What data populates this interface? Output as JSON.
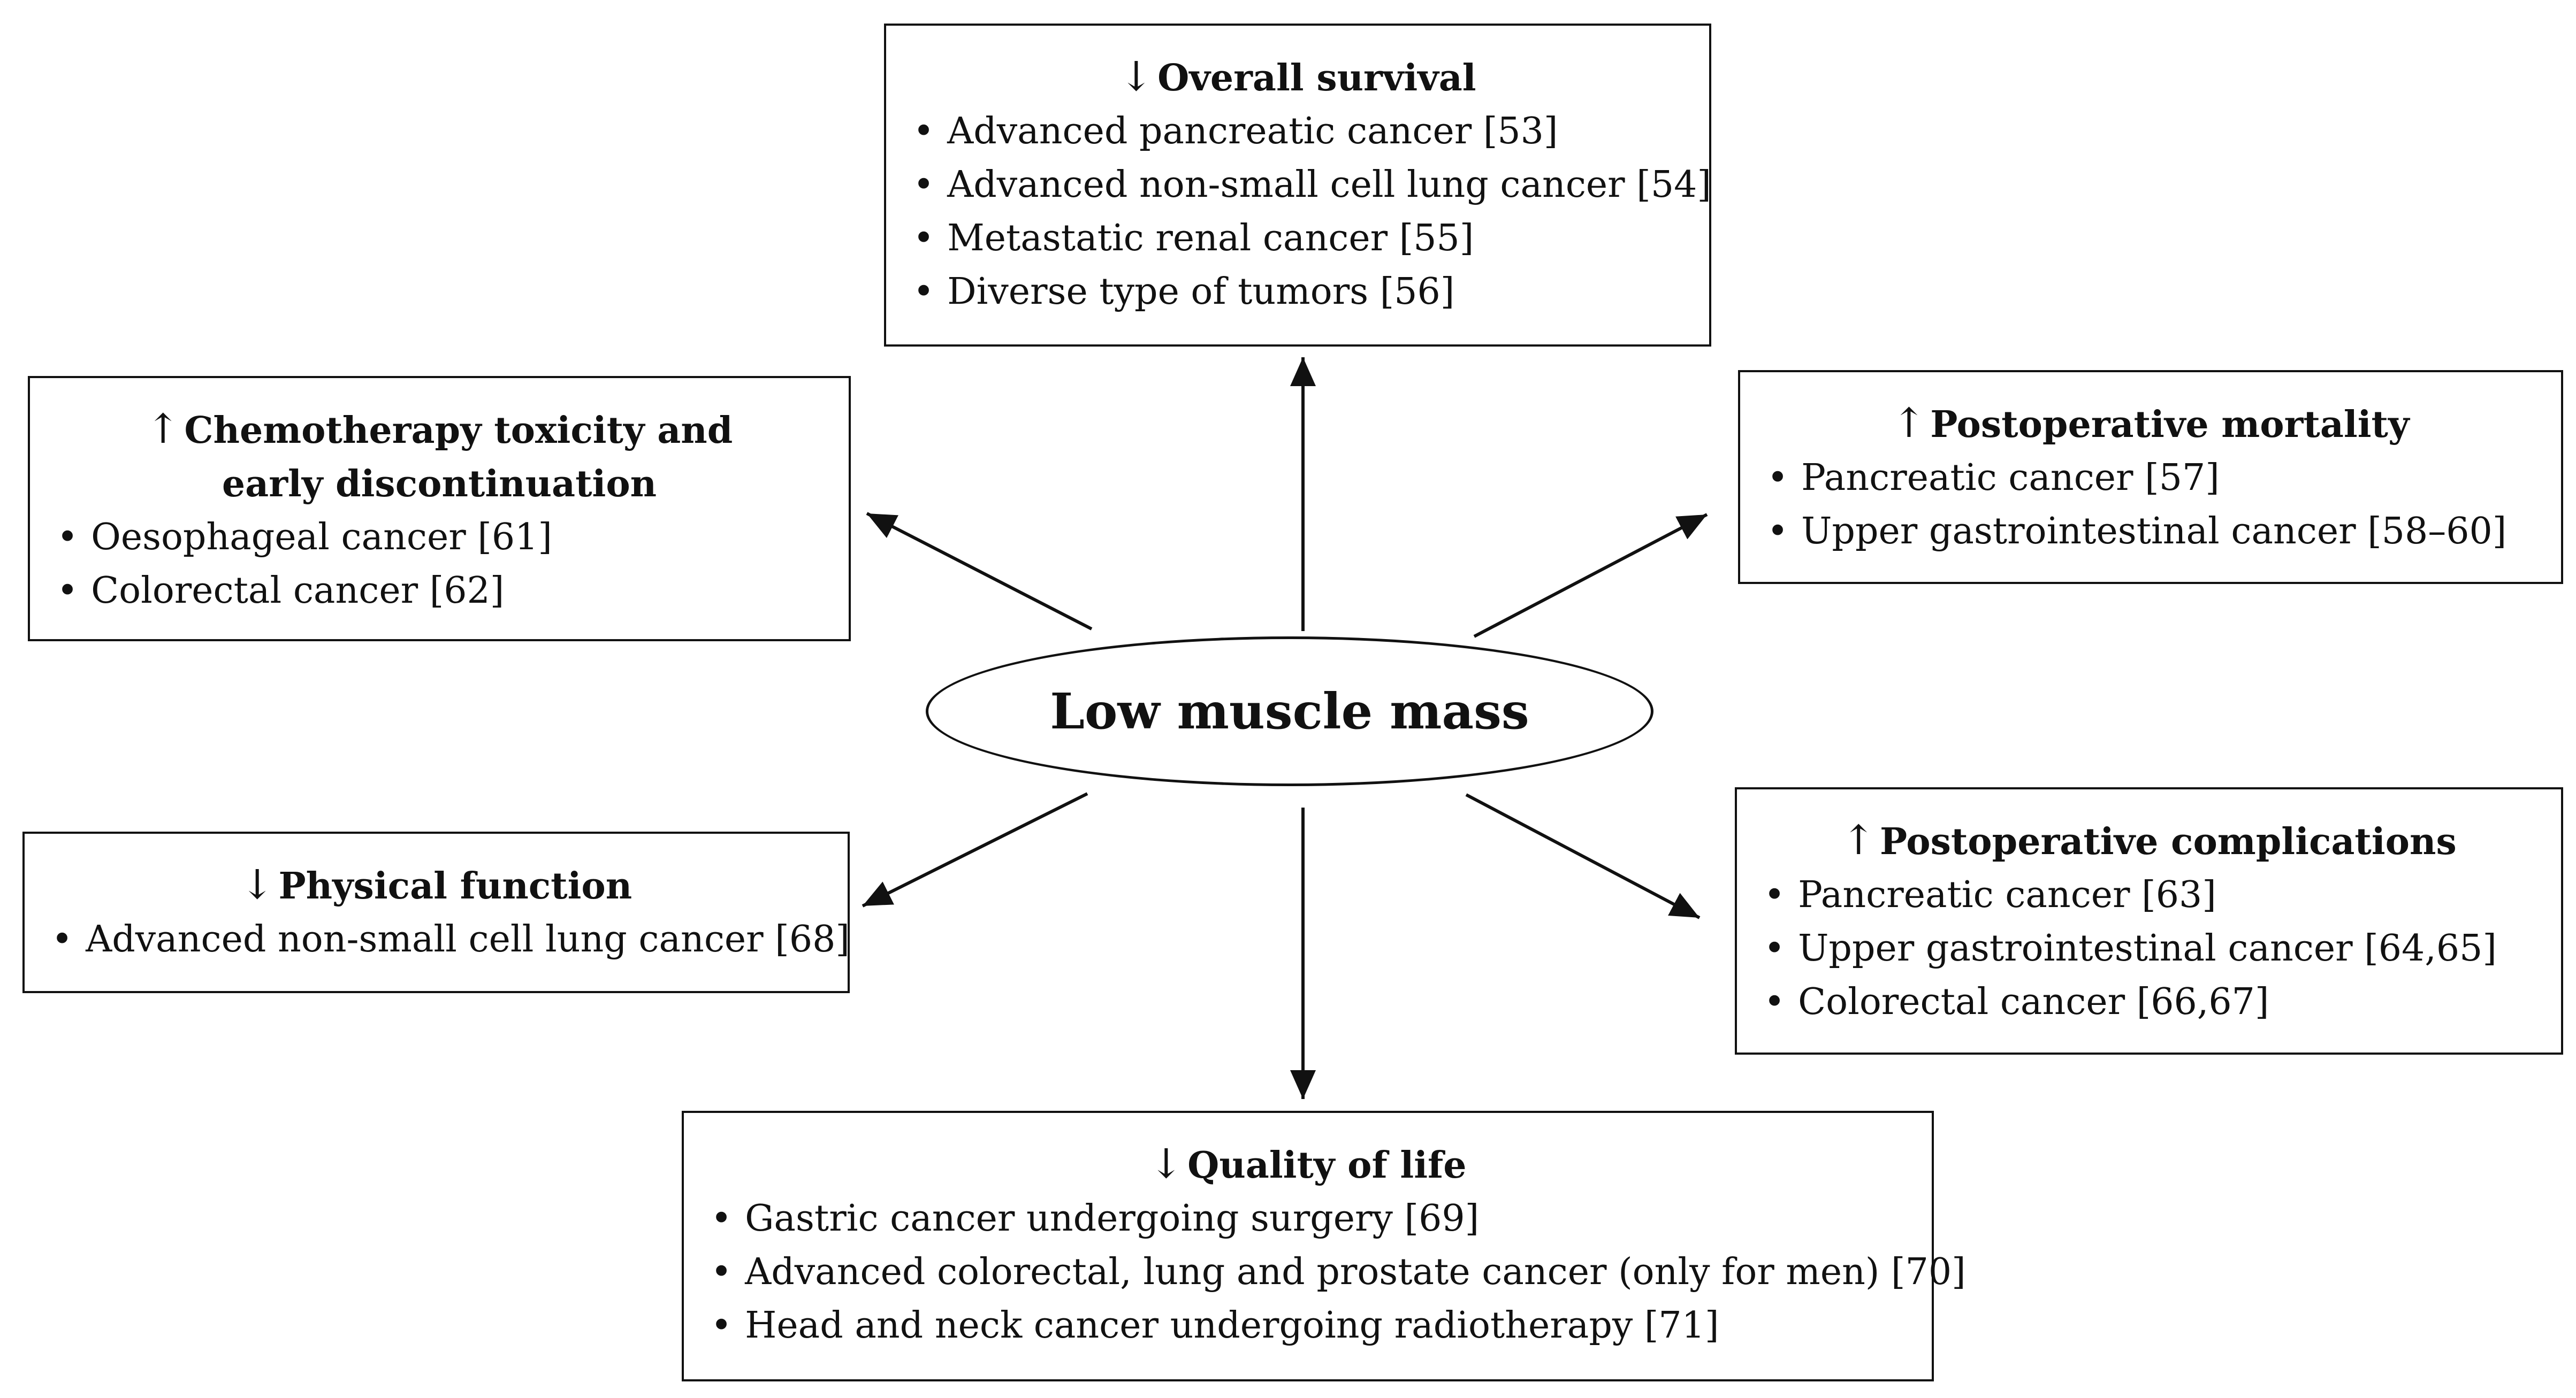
{
  "center": {
    "label": "Low muscle mass"
  },
  "boxes": {
    "overall_survival": {
      "arrow": "↓",
      "title": "Overall survival",
      "items": [
        "Advanced pancreatic cancer [53]",
        "Advanced non-small cell lung cancer [54]",
        "Metastatic renal cancer [55]",
        "Diverse type of tumors [56]"
      ]
    },
    "chemo_toxicity": {
      "arrow": "↑",
      "title_line1": "Chemotherapy toxicity and",
      "title_line2": "early discontinuation",
      "items": [
        "Oesophageal cancer [61]",
        "Colorectal cancer [62]"
      ]
    },
    "postop_mortality": {
      "arrow": "↑",
      "title": "Postoperative mortality",
      "items": [
        "Pancreatic cancer [57]",
        "Upper gastrointestinal cancer [58–60]"
      ]
    },
    "physical_function": {
      "arrow": "↓",
      "title": "Physical function",
      "items": [
        "Advanced non-small cell lung cancer [68]"
      ]
    },
    "postop_complications": {
      "arrow": "↑",
      "title": "Postoperative complications",
      "items": [
        "Pancreatic cancer [63]",
        "Upper gastrointestinal cancer [64,65]",
        "Colorectal cancer [66,67]"
      ]
    },
    "quality_of_life": {
      "arrow": "↓",
      "title": "Quality of life",
      "items": [
        "Gastric cancer undergoing surgery [69]",
        "Advanced colorectal, lung and prostate cancer (only for men) [70]",
        "Head and neck cancer undergoing radiotherapy [71]"
      ]
    }
  },
  "bullet": "•"
}
